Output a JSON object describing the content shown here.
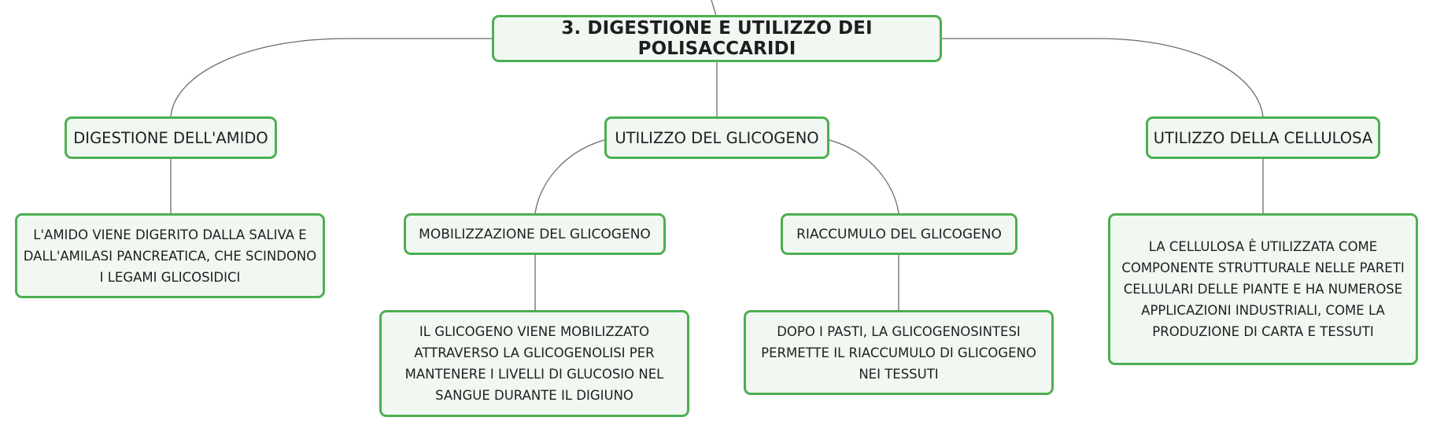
{
  "colors": {
    "node_border": "#4caf50",
    "node_fill": "#f1f8f2",
    "connector": "#6b6b6b"
  },
  "root": {
    "label": "3. DIGESTIONE E UTILIZZO DEI POLISACCARIDI"
  },
  "branches": {
    "amido": {
      "label": "DIGESTIONE DELL'AMIDO",
      "detail": "L'AMIDO VIENE DIGERITO DALLA SALIVA E DALL'AMILASI PANCREATICA, CHE SCINDONO I LEGAMI GLICOSIDICI"
    },
    "glicogeno": {
      "label": "UTILIZZO DEL GLICOGENO",
      "mobilizzazione": {
        "label": "MOBILIZZAZIONE DEL GLICOGENO",
        "detail": "IL GLICOGENO VIENE MOBILIZZATO ATTRAVERSO LA GLICOGENOLISI PER MANTENERE I LIVELLI DI GLUCOSIO NEL SANGUE DURANTE IL DIGIUNO"
      },
      "riaccumulo": {
        "label": "RIACCUMULO DEL GLICOGENO",
        "detail": "DOPO I PASTI, LA GLICOGENOSINTESI PERMETTE IL RIACCUMULO DI GLICOGENO NEI TESSUTI"
      }
    },
    "cellulosa": {
      "label": "UTILIZZO DELLA CELLULOSA",
      "detail": "LA CELLULOSA È UTILIZZATA COME COMPONENTE STRUTTURALE NELLE PARETI CELLULARI DELLE PIANTE E HA NUMEROSE APPLICAZIONI INDUSTRIALI, COME LA PRODUZIONE DI CARTA E TESSUTI"
    }
  }
}
